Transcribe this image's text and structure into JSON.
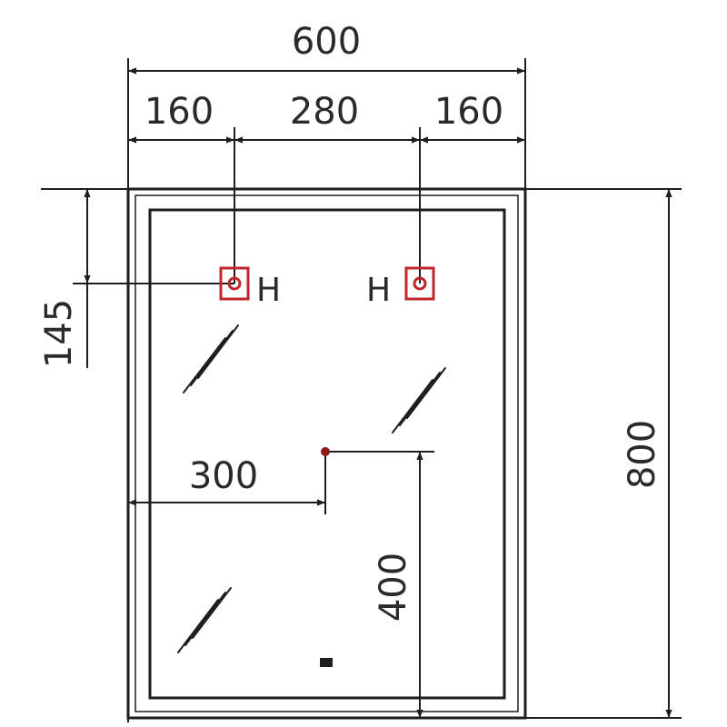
{
  "dimensions": {
    "total_width": "600",
    "left_offset": "160",
    "hook_spacing": "280",
    "right_offset": "160",
    "hook_height": "145",
    "total_height": "800",
    "center_horizontal": "300",
    "center_vertical": "400"
  },
  "hooks": {
    "left_label": "H",
    "right_label": "H"
  },
  "colors": {
    "line": "#1e1e1e",
    "hook_marker": "#c0272d",
    "text": "#2a2a2a"
  }
}
